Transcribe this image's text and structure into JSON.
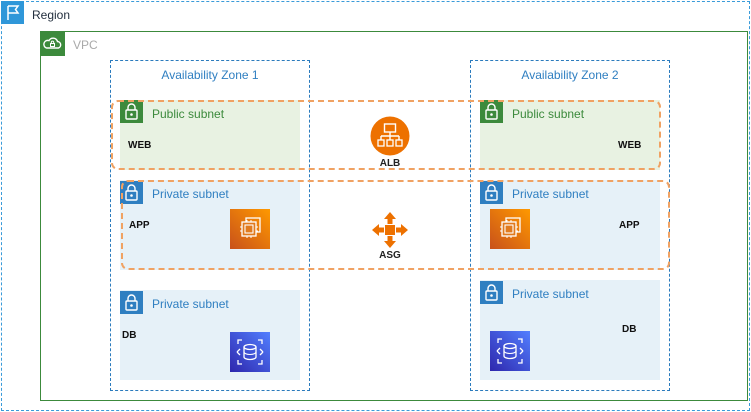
{
  "region": {
    "label": "Region"
  },
  "vpc": {
    "label": "VPC"
  },
  "zones": [
    {
      "label": "Availability Zone 1",
      "public_subnet": {
        "label": "Public subnet",
        "tier": "WEB"
      },
      "app_subnet": {
        "label": "Private subnet",
        "tier": "APP"
      },
      "db_subnet": {
        "label": "Private subnet",
        "tier": "DB"
      }
    },
    {
      "label": "Availability Zone 2",
      "public_subnet": {
        "label": "Public subnet",
        "tier": "WEB"
      },
      "app_subnet": {
        "label": "Private subnet",
        "tier": "APP"
      },
      "db_subnet": {
        "label": "Private subnet",
        "tier": "DB"
      }
    }
  ],
  "alb": {
    "label": "ALB"
  },
  "asg": {
    "label": "ASG"
  },
  "colors": {
    "region_border": "#3a9bd9",
    "vpc_border": "#3c8a3c",
    "public_subnet_bg": "#e8f2e2",
    "private_subnet_bg": "#e6f1f8",
    "group_border": "#f0a263",
    "compute_orange": "#ed7100",
    "database_blue": "#3b48cc"
  },
  "icons": {
    "region": "flag-icon",
    "vpc": "cloud-icon",
    "subnet": "padlock-icon",
    "alb": "load-balancer-icon",
    "asg": "auto-scaling-icon",
    "ec2": "ec2-instance-icon",
    "rds": "rds-database-icon"
  }
}
